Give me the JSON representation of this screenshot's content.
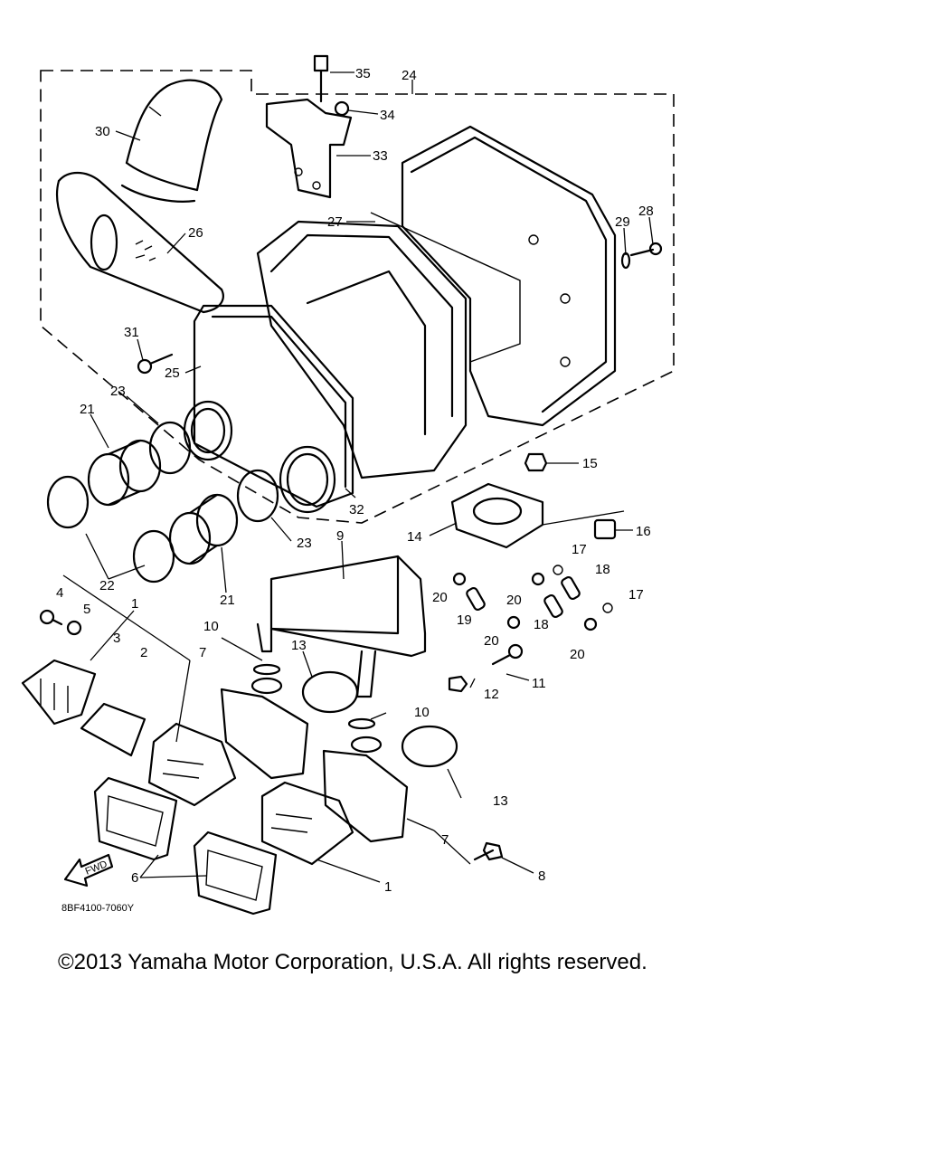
{
  "diagram": {
    "callouts": [
      "1",
      "2",
      "3",
      "4",
      "5",
      "6",
      "7",
      "8",
      "9",
      "10",
      "11",
      "12",
      "13",
      "14",
      "15",
      "16",
      "17",
      "18",
      "19",
      "20",
      "21",
      "22",
      "23",
      "24",
      "25",
      "26",
      "27",
      "28",
      "29",
      "30",
      "31",
      "32",
      "33",
      "34",
      "35"
    ],
    "fwd_label": "FWD",
    "drawing_code": "8BF4100-7060Y"
  },
  "footer": {
    "copyright": "©2013 Yamaha Motor Corporation, U.S.A. All rights reserved."
  }
}
